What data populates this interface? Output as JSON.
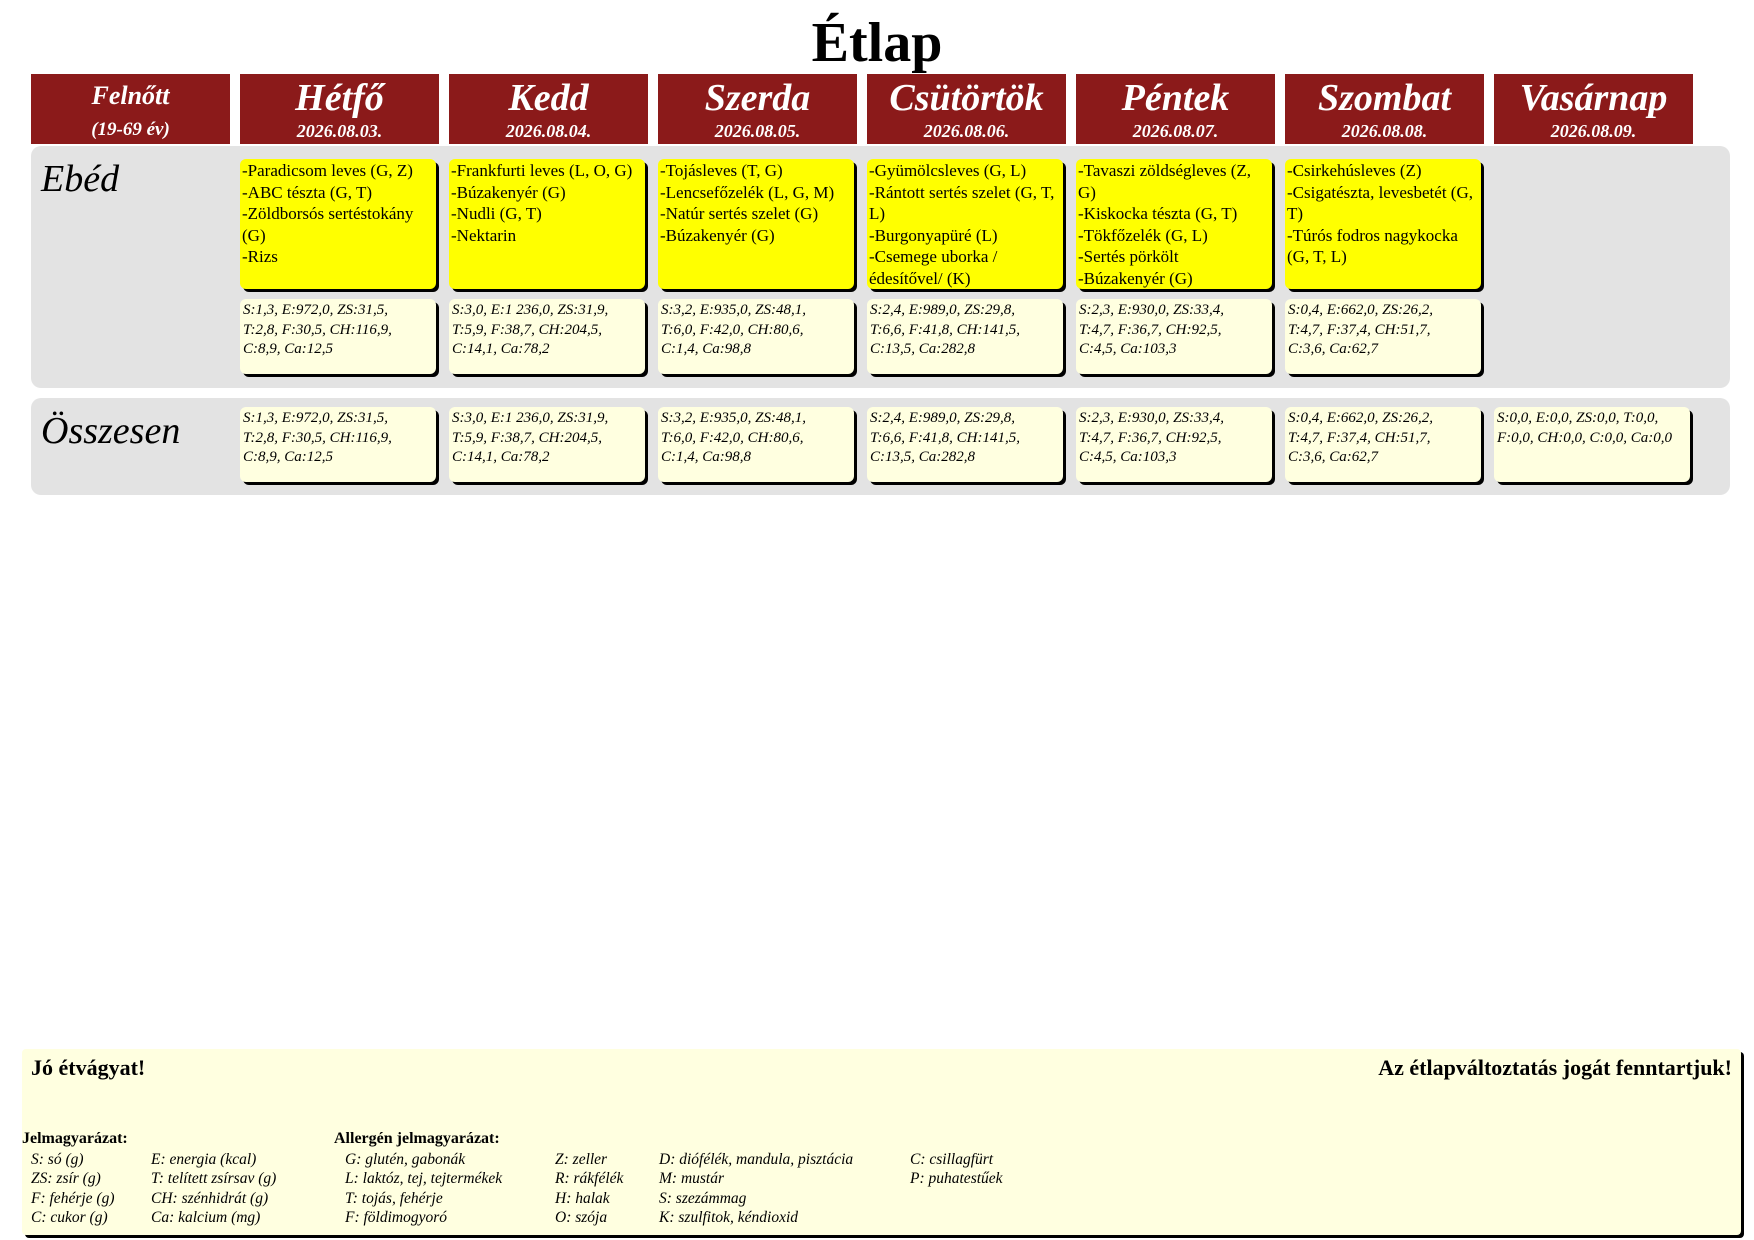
{
  "title": "Étlap",
  "group": {
    "line1": "Felnőtt",
    "line2": "(19-69 év)"
  },
  "days": [
    {
      "name": "Hétfő",
      "date": "2026.08.03."
    },
    {
      "name": "Kedd",
      "date": "2026.08.04."
    },
    {
      "name": "Szerda",
      "date": "2026.08.05."
    },
    {
      "name": "Csütörtök",
      "date": "2026.08.06."
    },
    {
      "name": "Péntek",
      "date": "2026.08.07."
    },
    {
      "name": "Szombat",
      "date": "2026.08.08."
    },
    {
      "name": "Vasárnap",
      "date": "2026.08.09."
    }
  ],
  "ebed": {
    "label": "Ebéd",
    "meals": [
      [
        "-Paradicsom leves (G, Z)",
        "-ABC tészta (G, T)",
        "-Zöldborsós sertéstokány (G)",
        "-Rizs"
      ],
      [
        "-Frankfurti leves (L, O, G)",
        "-Búzakenyér (G)",
        "-Nudli (G, T)",
        "-Nektarin"
      ],
      [
        "-Tojásleves (T, G)",
        "-Lencsefőzelék (L, G, M)",
        "-Natúr sertés szelet (G)",
        "-Búzakenyér (G)"
      ],
      [
        "-Gyümölcsleves (G, L)",
        "-Rántott sertés szelet (G, T, L)",
        "-Burgonyapüré (L)",
        "-Csemege uborka /édesítővel/ (K)"
      ],
      [
        "-Tavaszi zöldségleves (Z, G)",
        "-Kiskocka tészta (G, T)",
        "-Tökfőzelék (G, L)",
        "-Sertés pörkölt",
        "-Búzakenyér (G)"
      ],
      [
        "-Csirkehúsleves (Z)",
        "-Csigatészta, levesbetét (G, T)",
        "-Túrós fodros nagykocka (G, T, L)"
      ]
    ],
    "nutrition": [
      [
        "S:1,3, E:972,0, ZS:31,5,",
        "T:2,8, F:30,5, CH:116,9,",
        "C:8,9, Ca:12,5"
      ],
      [
        "S:3,0, E:1 236,0, ZS:31,9,",
        "T:5,9, F:38,7, CH:204,5,",
        "C:14,1, Ca:78,2"
      ],
      [
        "S:3,2, E:935,0, ZS:48,1,",
        "T:6,0, F:42,0, CH:80,6,",
        "C:1,4, Ca:98,8"
      ],
      [
        "S:2,4, E:989,0, ZS:29,8,",
        "T:6,6, F:41,8, CH:141,5,",
        "C:13,5, Ca:282,8"
      ],
      [
        "S:2,3, E:930,0, ZS:33,4,",
        "T:4,7, F:36,7, CH:92,5,",
        "C:4,5, Ca:103,3"
      ],
      [
        "S:0,4, E:662,0, ZS:26,2,",
        "T:4,7, F:37,4, CH:51,7,",
        "C:3,6, Ca:62,7"
      ]
    ]
  },
  "total": {
    "label": "Összesen",
    "nutrition": [
      [
        "S:1,3, E:972,0, ZS:31,5,",
        "T:2,8, F:30,5, CH:116,9,",
        "C:8,9, Ca:12,5"
      ],
      [
        "S:3,0, E:1 236,0, ZS:31,9,",
        "T:5,9, F:38,7, CH:204,5,",
        "C:14,1, Ca:78,2"
      ],
      [
        "S:3,2, E:935,0, ZS:48,1,",
        "T:6,0, F:42,0, CH:80,6,",
        "C:1,4, Ca:98,8"
      ],
      [
        "S:2,4, E:989,0, ZS:29,8,",
        "T:6,6, F:41,8, CH:141,5,",
        "C:13,5, Ca:282,8"
      ],
      [
        "S:2,3, E:930,0, ZS:33,4,",
        "T:4,7, F:36,7, CH:92,5,",
        "C:4,5, Ca:103,3"
      ],
      [
        "S:0,4, E:662,0, ZS:26,2,",
        "T:4,7, F:37,4, CH:51,7,",
        "C:3,6, Ca:62,7"
      ],
      [
        "S:0,0, E:0,0, ZS:0,0, T:0,0,",
        "F:0,0, CH:0,0, C:0,0, Ca:0,0"
      ]
    ]
  },
  "footer": {
    "left": "Jó étvágyat!",
    "right": "Az étlapváltoztatás jogát fenntartjuk!"
  },
  "legend": {
    "title": "Jelmagyarázat:",
    "col1": [
      "S: só (g)",
      "ZS: zsír (g)",
      "F: fehérje (g)",
      "C: cukor (g)"
    ],
    "col2": [
      "E: energia (kcal)",
      "T: telített zsírsav (g)",
      "CH: szénhidrát (g)",
      "Ca: kalcium (mg)"
    ]
  },
  "allergen": {
    "title": "Allergén jelmagyarázat:",
    "col1": [
      "G: glutén, gabonák",
      "L: laktóz, tej, tejtermékek",
      "T: tojás, fehérje",
      "F: földimogyoró"
    ],
    "col2": [
      "Z: zeller",
      "R: rákfélék",
      "H: halak",
      "O: szója"
    ],
    "col3": [
      "D: diófélék, mandula, pisztácia",
      "M: mustár",
      "S: szezámmag",
      "K: szulfitok, kéndioxid"
    ],
    "col4": [
      "C: csillagfürt",
      "P: puhatestűek"
    ]
  }
}
